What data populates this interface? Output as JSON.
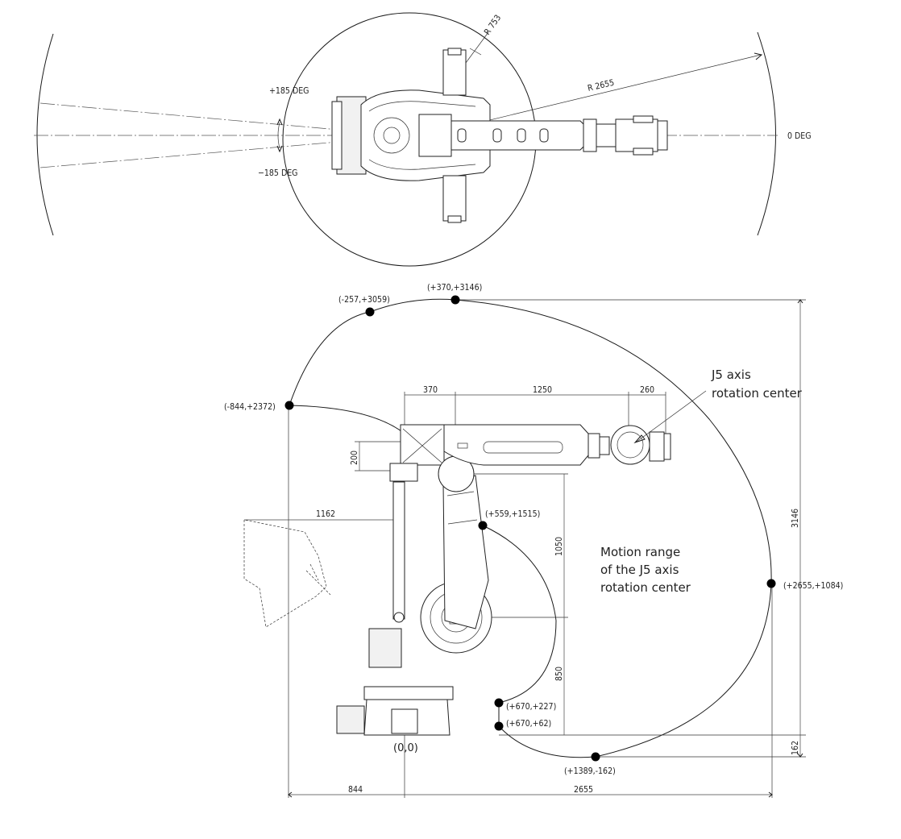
{
  "top_view": {
    "deg_plus": "+185 DEG",
    "deg_minus": "−185 DEG",
    "deg_zero": "0 DEG",
    "r_inner": "R 753",
    "r_outer": "R 2655"
  },
  "side_view": {
    "origin": "(0,0)",
    "annotations": {
      "j5_line1": "J5 axis",
      "j5_line2": "rotation center",
      "motion_line1": "Motion range",
      "motion_line2": "of the J5 axis",
      "motion_line3": "rotation center"
    },
    "points": [
      {
        "label": "(+370,+3146)"
      },
      {
        "label": "(-257,+3059)"
      },
      {
        "label": "(-844,+2372)"
      },
      {
        "label": "(+559,+1515)"
      },
      {
        "label": "(+2655,+1084)"
      },
      {
        "label": "(+670,+227)"
      },
      {
        "label": "(+670,+62)"
      },
      {
        "label": "(+1389,-162)"
      }
    ],
    "dimensions": {
      "d370": "370",
      "d1250": "1250",
      "d260": "260",
      "d200": "200",
      "d1162": "1162",
      "d1050": "1050",
      "d850": "850",
      "d3146": "3146",
      "d162": "162",
      "d844": "844",
      "d2655": "2655"
    }
  }
}
